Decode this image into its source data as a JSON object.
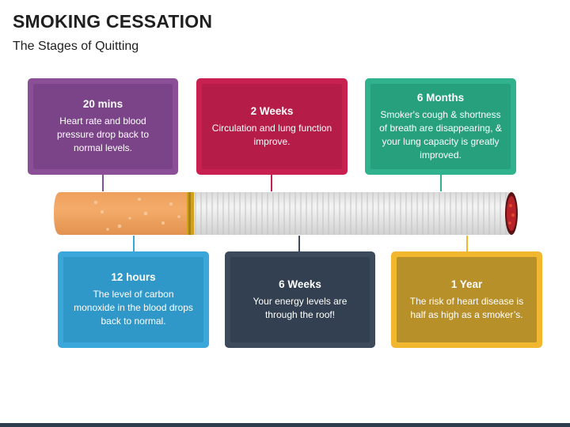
{
  "slide": {
    "title": "SMOKING CESSATION",
    "subtitle": "The Stages of Quitting"
  },
  "stages_top": [
    {
      "time": "20 mins",
      "text": "Heart rate and blood pressure drop back to normal levels.",
      "color": "#8a4f96",
      "inner_color": "#7b4488"
    },
    {
      "time": "2 Weeks",
      "text": "Circulation and lung function improve.",
      "color": "#c8214f",
      "inner_color": "#b51d48"
    },
    {
      "time": "6 Months",
      "text": "Smoker's cough & shortness of breath are disappearing, & your lung capacity is greatly improved.",
      "color": "#2fb28d",
      "inner_color": "#27a07e"
    }
  ],
  "stages_bottom": [
    {
      "time": "12 hours",
      "text": "The level of carbon monoxide in the blood drops back to normal.",
      "color": "#3aa7da",
      "inner_color": "#2f98c9"
    },
    {
      "time": "6 Weeks",
      "text": "Your energy levels are through the roof!",
      "color": "#3c4a5b",
      "inner_color": "#334051"
    },
    {
      "time": "1 Year",
      "text": "The risk of heart disease is half as high as a smoker’s.",
      "color": "#f0b72f",
      "inner_color": "#b8902a"
    }
  ],
  "colors": {
    "filter": "#f2a866",
    "filter_dots": "#f8c696",
    "paper": "#e8e8e8",
    "band": "#d4a017",
    "ember": "#b8232a"
  }
}
